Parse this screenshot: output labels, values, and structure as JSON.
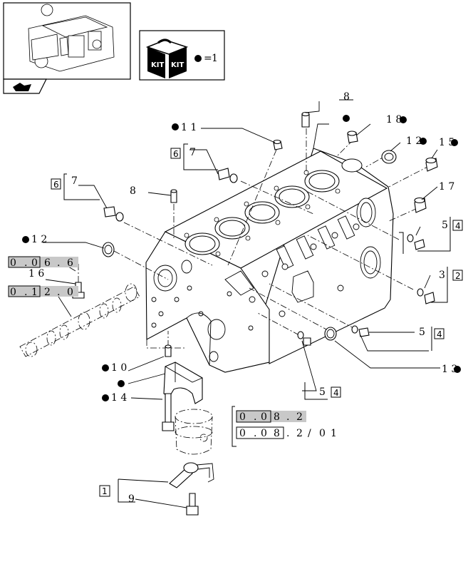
{
  "kit_legend": {
    "bullet": "●",
    "equals": "=",
    "count": "1",
    "box_text": "KIT"
  },
  "refs": {
    "r1": [
      "0",
      "0",
      "6",
      "6"
    ],
    "r2": [
      "0",
      "1",
      "2",
      "0"
    ],
    "r3": [
      "0",
      "0",
      "8",
      "2"
    ],
    "r4": [
      "0",
      "0",
      "8",
      "2",
      "0",
      "1"
    ]
  },
  "labels": {
    "l8a": "8",
    "l8b": "8",
    "l9": "9",
    "l11": "1 1",
    "l17": "1 7",
    "l13": "1 3",
    "l15": "1 5",
    "l18": "1 8",
    "l12a": "1 2",
    "l12b": "1 2",
    "l10": "1 0",
    "l14": "1 4",
    "l16": "1 6",
    "l7a": "7",
    "l7b": "7",
    "l3": "3",
    "l5a": "5",
    "l5b": "5",
    "l5c": "5",
    "b6a": "6",
    "b6b": "6",
    "b4a": "4",
    "b4b": "4",
    "b4c": "4",
    "b2": "2",
    "b1": "1"
  }
}
